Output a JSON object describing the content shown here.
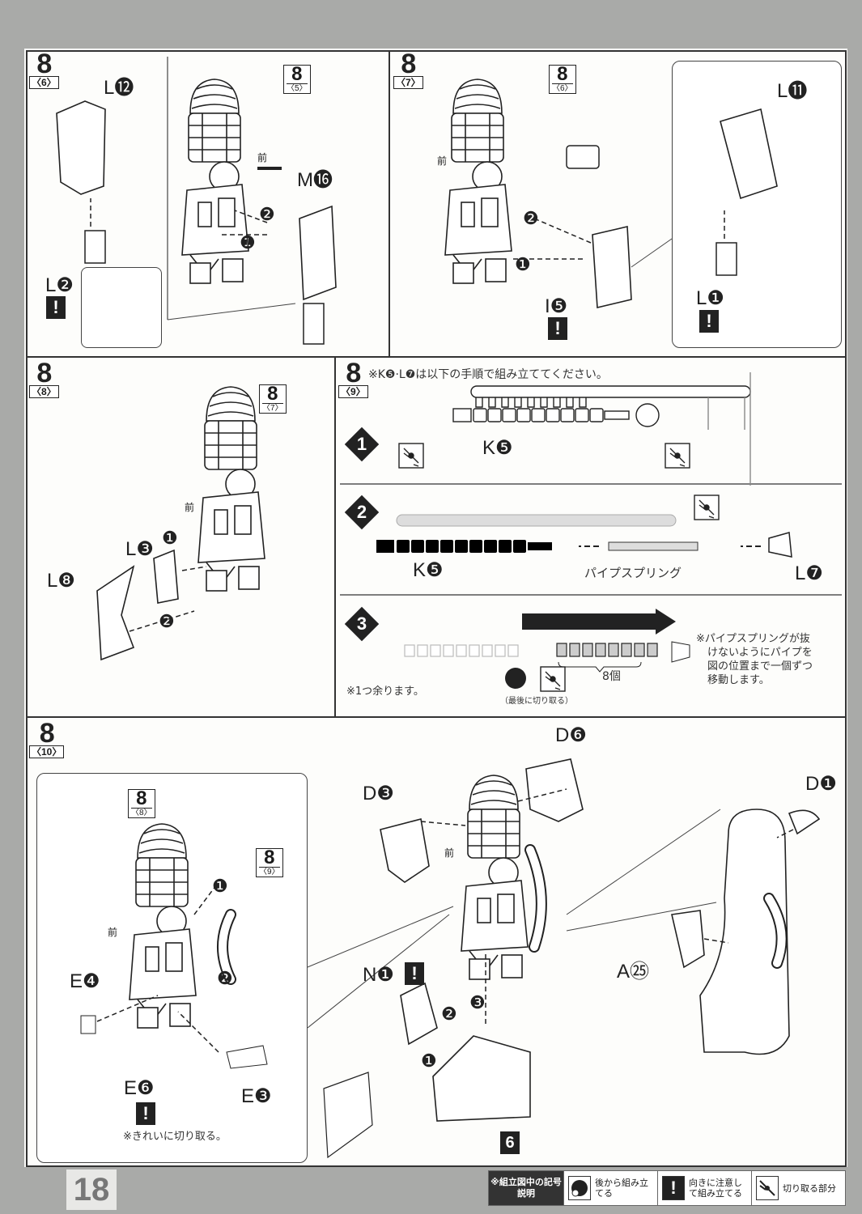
{
  "page_number": "18",
  "mae": "前",
  "warn": "!",
  "panels": {
    "p6": {
      "step": "8",
      "sub": "〈6〉",
      "ref": {
        "n": "8",
        "s": "〈5〉"
      },
      "parts": {
        "a": "L⓬",
        "b": "M⓰",
        "c": "L❷"
      },
      "arrows": [
        "❶",
        "❷"
      ]
    },
    "p7": {
      "step": "8",
      "sub": "〈7〉",
      "ref": {
        "n": "8",
        "s": "〈6〉"
      },
      "parts": {
        "a": "L⓫",
        "b": "I❺",
        "c": "L❶"
      },
      "arrows": [
        "❶",
        "❷"
      ]
    },
    "p8": {
      "step": "8",
      "sub": "〈8〉",
      "ref": {
        "n": "8",
        "s": "〈7〉"
      },
      "parts": {
        "a": "L❸",
        "b": "L❽"
      },
      "arrows": [
        "❶",
        "❷"
      ]
    },
    "p9": {
      "step": "8",
      "sub": "〈9〉",
      "intro": "※K❺·L❼は以下の手順で組み立ててください。",
      "substeps": [
        "1",
        "2",
        "3"
      ],
      "k5": "K❺",
      "spring": "パイプスプリング",
      "l7": "L❼",
      "remain": "※1つ余ります。",
      "count": "8個",
      "last_cut": "（最後に切り取る）",
      "move_note": [
        "※パイプスプリングが抜",
        "けないようにパイプを",
        "図の位置まで一個ずつ",
        "移動します。"
      ]
    },
    "p10": {
      "step": "8",
      "sub": "〈10〉",
      "ref_a": {
        "n": "8",
        "s": "〈8〉"
      },
      "ref_b": {
        "n": "8",
        "s": "〈9〉"
      },
      "parts": {
        "e4": "E❹",
        "e6": "E❻",
        "e3": "E❸",
        "d6": "D❻",
        "d3": "D❸",
        "n1": "N❶",
        "d1": "D❶",
        "a25": "A㉕"
      },
      "cut_note": "※きれいに切り取る。",
      "base_ref": "6",
      "arrows": [
        "❶",
        "❷",
        "❸"
      ]
    }
  },
  "legend": {
    "header": "※組立図中の記号説明",
    "items": [
      "後から組み立てる",
      "向きに注意して組み立てる",
      "切り取る部分"
    ]
  }
}
